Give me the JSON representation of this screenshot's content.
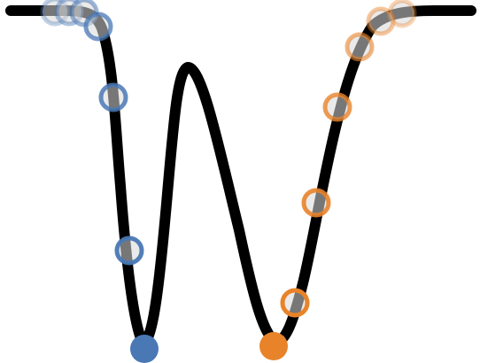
{
  "colors": {
    "background": "#ffffff",
    "curve": "#000000",
    "blue_marker": "#4a78b5",
    "orange_marker": "#e8832a",
    "marker_core": "#d8d8d8"
  },
  "diagram": {
    "curve_shape": "w-shaped-double-well",
    "blue_minimum": {
      "type": "filled-dot",
      "color_key": "blue_marker"
    },
    "orange_minimum": {
      "type": "filled-dot",
      "color_key": "orange_marker"
    },
    "blue_trail": [
      {
        "step": 1,
        "opacity": 0.35
      },
      {
        "step": 2,
        "opacity": 0.45
      },
      {
        "step": 3,
        "opacity": 0.55
      },
      {
        "step": 4,
        "opacity": 0.75
      },
      {
        "step": 5,
        "opacity": 0.85
      },
      {
        "step": 6,
        "opacity": 0.95
      }
    ],
    "orange_trail": [
      {
        "step": 1,
        "opacity": 0.35
      },
      {
        "step": 2,
        "opacity": 0.45
      },
      {
        "step": 3,
        "opacity": 0.6
      },
      {
        "step": 4,
        "opacity": 0.8
      },
      {
        "step": 5,
        "opacity": 0.9
      },
      {
        "step": 6,
        "opacity": 1.0
      }
    ]
  }
}
